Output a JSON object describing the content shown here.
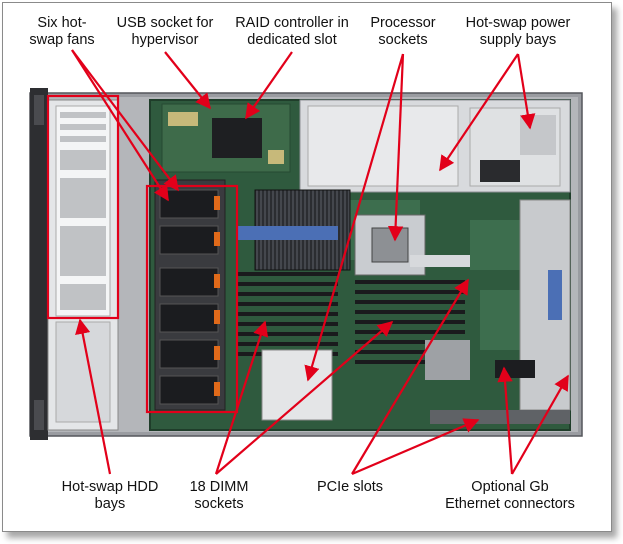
{
  "colors": {
    "callout": "#e2001a",
    "chassis": "#8e9095",
    "board": "#2f5a3e"
  },
  "labels": {
    "fans": {
      "line1": "Six hot-",
      "line2": "swap fans"
    },
    "usb": {
      "line1": "USB socket for",
      "line2": "hypervisor"
    },
    "raid": {
      "line1": "RAID controller in",
      "line2": "dedicated slot"
    },
    "cpu": {
      "line1": "Processor",
      "line2": "sockets"
    },
    "psu": {
      "line1": "Hot-swap power",
      "line2": "supply bays"
    },
    "hdd": {
      "line1": "Hot-swap HDD",
      "line2": "bays"
    },
    "dimm": {
      "line1": "18 DIMM",
      "line2": "sockets"
    },
    "pcie": {
      "line1": "PCIe slots"
    },
    "ethernet": {
      "line1": "Optional Gb",
      "line2": "Ethernet connectors"
    }
  }
}
